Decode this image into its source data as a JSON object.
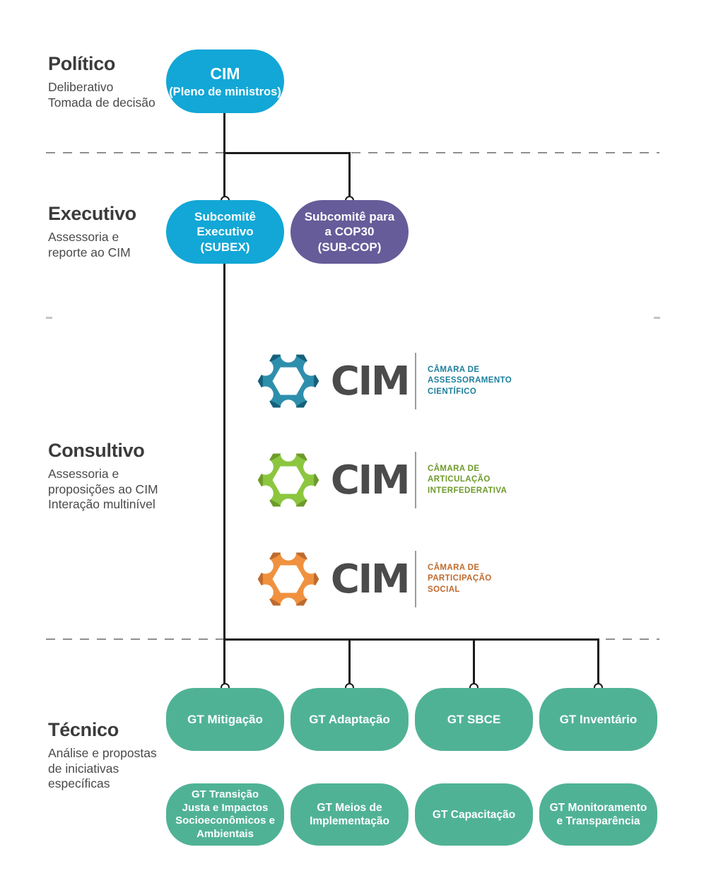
{
  "colors": {
    "background": "#ffffff",
    "heading_text": "#3b3b3b",
    "body_text": "#4a4a4a",
    "connector_line": "#1b1b1b",
    "dashed_line": "#8f8f8f",
    "edge_dash": "#c4c4c4",
    "node_text": "#ffffff",
    "wordmark_text": "#4b4b4b",
    "logo_divider": "#9b9b9b"
  },
  "sections": [
    {
      "title": "Político",
      "subtitle_lines": [
        "Deliberativo",
        "Tomada de decisão"
      ]
    },
    {
      "title": "Executivo",
      "subtitle_lines": [
        "Assessoria e",
        "reporte ao CIM"
      ]
    },
    {
      "title": "Consultivo",
      "subtitle_lines": [
        "Assessoria e",
        "proposições ao CIM",
        "Interação multinível"
      ]
    },
    {
      "title": "Técnico",
      "subtitle_lines": [
        "Análise e propostas",
        "de iniciativas",
        "específicas"
      ]
    }
  ],
  "nodes": {
    "cim": {
      "title": "CIM",
      "subtitle": "(Pleno de ministros)",
      "color": "#12A7D6"
    },
    "subex": {
      "lines": [
        "Subcomitê",
        "Executivo",
        "(SUBEX)"
      ],
      "color": "#12A7D6"
    },
    "subcop": {
      "lines": [
        "Subcomitê para",
        "a COP30",
        "(SUB-COP)"
      ],
      "color": "#655C99"
    }
  },
  "chambers": [
    {
      "wordmark": "CIM",
      "caption_lines": [
        "CÂMARA DE",
        "ASSESSORAMENTO",
        "CIENTÍFICO"
      ],
      "icon_light": "#2E8FAD",
      "icon_dark": "#15607A",
      "caption_color": "#1D7F9C"
    },
    {
      "wordmark": "CIM",
      "caption_lines": [
        "CÂMARA DE",
        "ARTICULAÇÃO",
        "INTERFEDERATIVA"
      ],
      "icon_light": "#8CC63F",
      "icon_dark": "#6E9A2B",
      "caption_color": "#6F9A2C"
    },
    {
      "wordmark": "CIM",
      "caption_lines": [
        "CÂMARA DE",
        "PARTICIPAÇÃO",
        "SOCIAL"
      ],
      "icon_light": "#F0913F",
      "icon_dark": "#BE6B2E",
      "caption_color": "#C06A2E"
    }
  ],
  "working_groups": {
    "color": "#50B295",
    "row1": [
      {
        "lines": [
          "GT Mitigação"
        ]
      },
      {
        "lines": [
          "GT Adaptação"
        ]
      },
      {
        "lines": [
          "GT SBCE"
        ]
      },
      {
        "lines": [
          "GT Inventário"
        ]
      }
    ],
    "row2": [
      {
        "lines": [
          "GT Transição",
          "Justa e Impactos",
          "Socioeconômicos e",
          "Ambientais"
        ]
      },
      {
        "lines": [
          "GT Meios de",
          "Implementação"
        ]
      },
      {
        "lines": [
          "GT Capacitação"
        ]
      },
      {
        "lines": [
          "GT Monitoramento",
          "e Transparência"
        ]
      }
    ]
  }
}
